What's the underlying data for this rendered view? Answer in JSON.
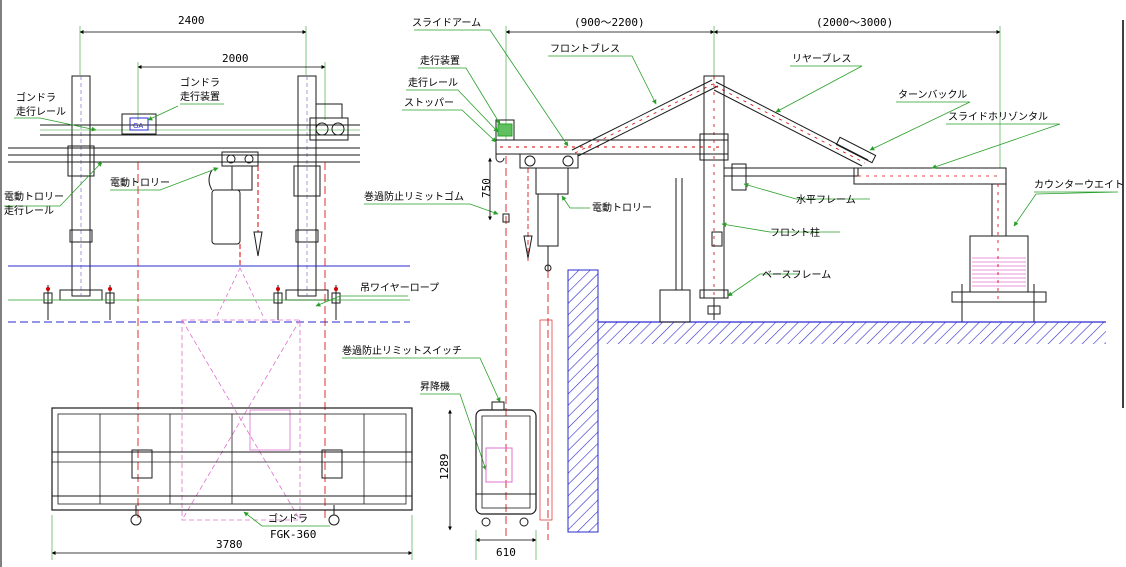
{
  "dimensions": {
    "width_total": "2400",
    "width_rail": "2000",
    "arm_reach": "(900～2200)",
    "rear_reach": "(2000～3000)",
    "height_stopper": "750",
    "cage_height": "1289",
    "cage_depth": "610",
    "gondola_width": "3780"
  },
  "labels": {
    "gondola_rail": "ゴンドラ走行レール",
    "gondola_traveler_line1": "ゴンドラ",
    "gondola_traveler_line2": "走行装置",
    "electric_trolley_left": "電動トロリー",
    "trolley_rail": "電動トロリー走行レール",
    "electric_trolley_center": "電動トロリー",
    "overwind_rubber": "巻過防止リミットゴム",
    "wire_rope": "吊ワイヤーロープ",
    "overwind_switch": "巻過防止リミットスイッチ",
    "hoist": "昇降機",
    "gondola_model_line1": "ゴンドラ",
    "gondola_model_line2": "FGK-360",
    "slide_arm": "スライドアーム",
    "traveler": "走行装置",
    "traveler_rail": "走行レール",
    "stopper": "ストッパー",
    "front_brace": "フロントブレス",
    "rear_brace": "リヤーブレス",
    "turnbuckle": "ターンバックル",
    "slide_horizontal": "スライドホリゾンタル",
    "horizontal_frame": "水平フレーム",
    "front_post": "フロント柱",
    "base_frame": "ベースフレーム",
    "counterweight": "カウンターウエイト"
  },
  "colors": {
    "line": "#1a1a1a",
    "rope": "#d40000",
    "leader": "#2aa02a",
    "pink": "#e070d0",
    "ground": "#2a2ad0",
    "hidden": "#6060c0"
  }
}
